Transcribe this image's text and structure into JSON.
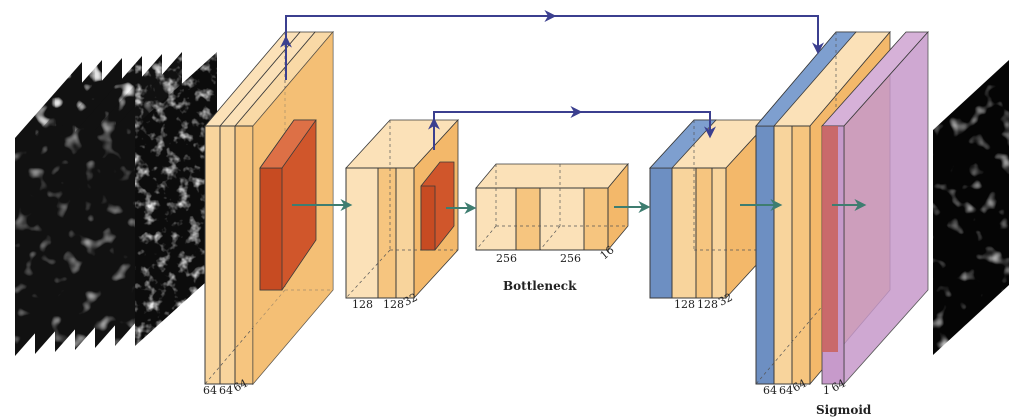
{
  "labels": {
    "enc1": [
      "64",
      "64",
      "64"
    ],
    "enc2": [
      "128",
      "128",
      "32"
    ],
    "bottleneck": [
      "256",
      "256",
      "16"
    ],
    "bottleneck_name": "Bottleneck",
    "dec1": [
      "128",
      "128",
      "32"
    ],
    "dec2": [
      "64",
      "64",
      "64"
    ],
    "output": [
      "1",
      "64"
    ],
    "output_name": "Sigmoid"
  },
  "colors": {
    "orange": "#f6c57f",
    "orange_light": "#fbe1b8",
    "blue": "#6d8fc2",
    "red": "#d0562b",
    "purple": "#c79acb",
    "skip_arrow": "#3b3f8f",
    "flow_arrow": "#3e7d70"
  },
  "icons": {
    "input_stack": "grayscale-image-stack",
    "output_image": "grayscale-segmentation-map"
  }
}
